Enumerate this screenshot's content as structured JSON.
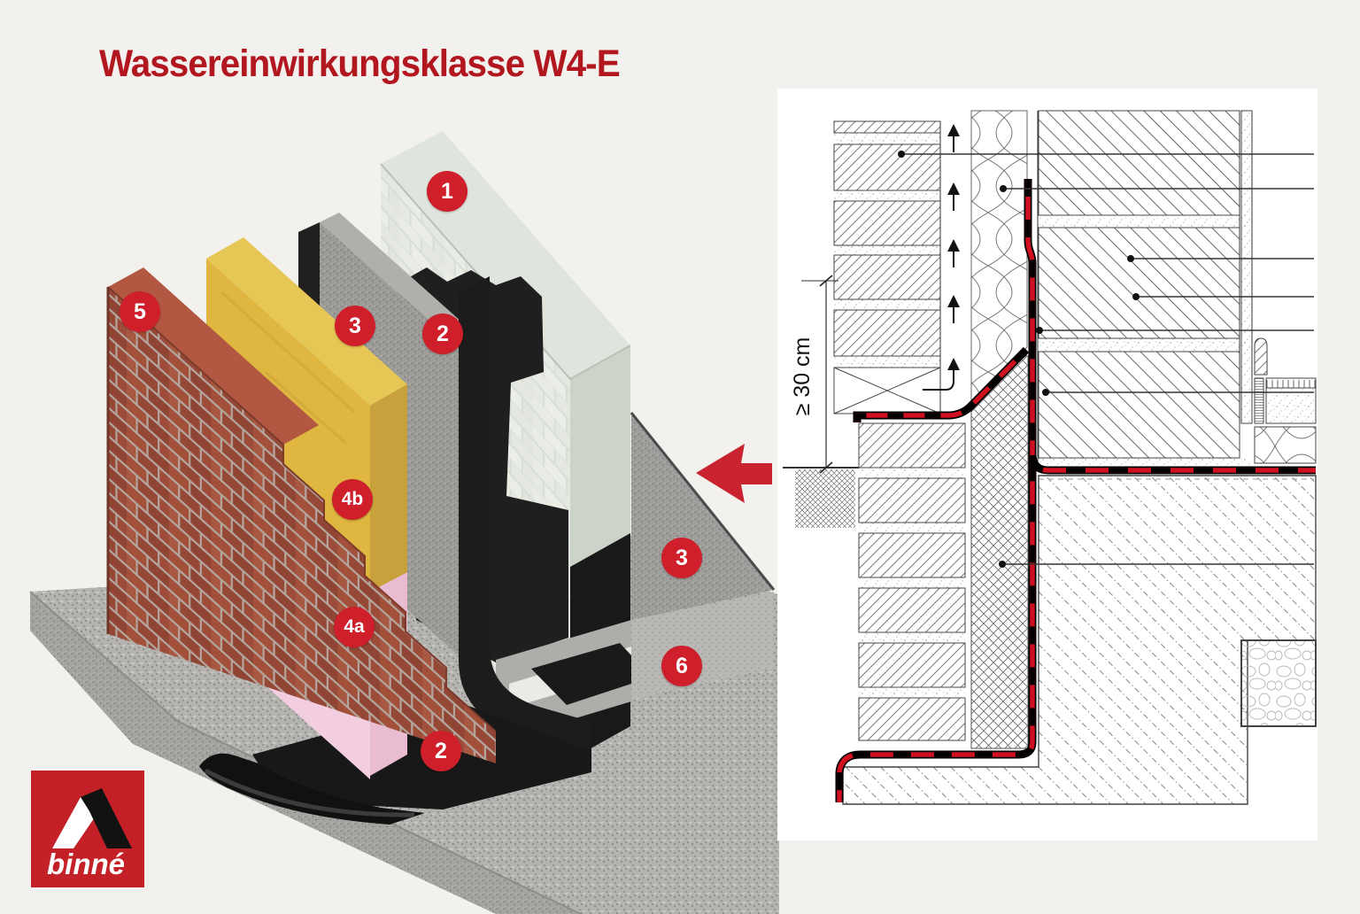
{
  "title": "Wassereinwirkungsklasse W4-E",
  "brand": {
    "logo_text": "binné"
  },
  "colors": {
    "background": "#f2f1ee",
    "title_red": "#b2161f",
    "badge_red": "#ce1f2b",
    "logo_red": "#c32127",
    "arrow_red": "#c8232e",
    "membrane_red": "#d01020"
  },
  "illustration": {
    "badges": [
      {
        "label": "1"
      },
      {
        "label": "2"
      },
      {
        "label": "3"
      },
      {
        "label": "5"
      },
      {
        "label": "4b"
      },
      {
        "label": "4a"
      },
      {
        "label": "2"
      },
      {
        "label": "3"
      },
      {
        "label": "6"
      }
    ]
  },
  "plan": {
    "dimension_label": "≥ 30 cm"
  }
}
